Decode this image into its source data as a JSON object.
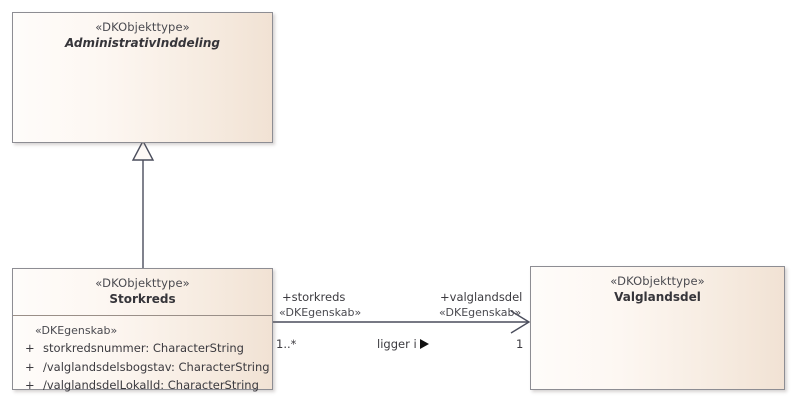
{
  "diagram": {
    "type": "uml-class-diagram",
    "background_color": "#ffffff",
    "box_fill_left": "#fefcfa",
    "box_fill_right": "#f1e2d4",
    "box_border_color": "#8d8d93",
    "line_color": "#4a4d5c"
  },
  "classes": [
    {
      "id": "administrativinddeling",
      "stereotype": "«DKObjekttype»",
      "name": "AdministrativInddeling",
      "abstract": true,
      "has_attributes": false
    },
    {
      "id": "storkreds",
      "stereotype": "«DKObjekttype»",
      "name": "Storkreds",
      "abstract": false,
      "has_attributes": true,
      "attribute_stereotype": "«DKEgenskab»",
      "attributes": [
        {
          "visibility": "+",
          "name": "storkredsnummer: CharacterString"
        },
        {
          "visibility": "+",
          "name": "/valglandsdelsbogstav: CharacterString"
        },
        {
          "visibility": "+",
          "name": "/valglandsdelLokalId: CharacterString"
        }
      ]
    },
    {
      "id": "valglandsdel",
      "stereotype": "«DKObjekttype»",
      "name": "Valglandsdel",
      "abstract": false,
      "has_attributes": false
    }
  ],
  "relationships": [
    {
      "id": "generalization",
      "kind": "generalization",
      "from": "Storkreds",
      "to": "AdministrativInddeling",
      "arrow": "hollow-triangle"
    },
    {
      "id": "association",
      "kind": "association",
      "name": "ligger i",
      "direction_marker": "▶",
      "from": "Storkreds",
      "to": "Valglandsdel",
      "arrow": "open-arrow",
      "source_end": {
        "role": "+storkreds",
        "stereotype": "«DKEgenskab»",
        "multiplicity": "1..*"
      },
      "target_end": {
        "role": "+valglandsdel",
        "stereotype": "«DKEgenskab»",
        "multiplicity": "1"
      }
    }
  ]
}
